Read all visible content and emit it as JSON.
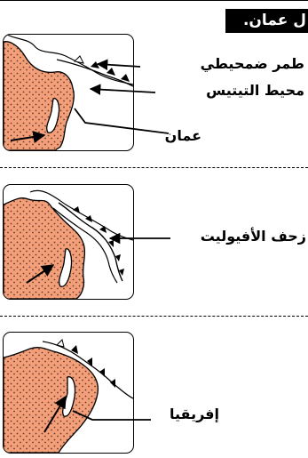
{
  "title": "ل عمان.",
  "labels": {
    "trench": "طمر ضمحيطي",
    "tethys": "محيط التيتيس",
    "oman": "عمان",
    "ophiolite": "زحف الأفيوليت",
    "africa": "إفريقيا"
  },
  "colors": {
    "land_fill": "#f3a07a",
    "land_dots": "#6b3a2a",
    "line": "#000000",
    "background": "#ffffff"
  }
}
